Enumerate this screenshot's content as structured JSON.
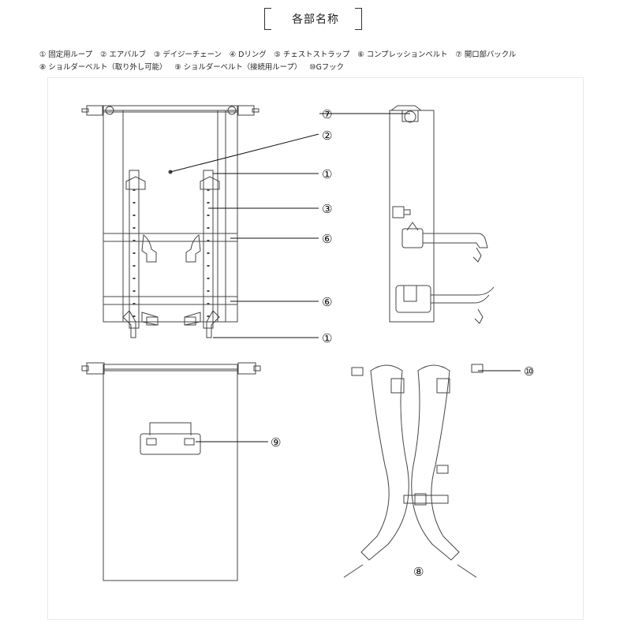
{
  "title": "各部名称",
  "legend": [
    "① 固定用ループ",
    "② エアバルブ",
    "③ デイジーチェーン",
    "④ Dリング",
    "⑤ チェストストラップ",
    "⑥ コンプレッションベルト",
    "⑦ 開口部バックル",
    "⑧ ショルダーベルト（取り外し可能）",
    "⑨ ショルダーベルト（接続用ループ）",
    "⑩Gフック"
  ],
  "callouts": {
    "c7": "⑦",
    "c2": "②",
    "c1a": "①",
    "c3": "③",
    "c6a": "⑥",
    "c6b": "⑥",
    "c1b": "①",
    "c9": "⑨",
    "c10": "⑩",
    "c8": "⑧"
  }
}
